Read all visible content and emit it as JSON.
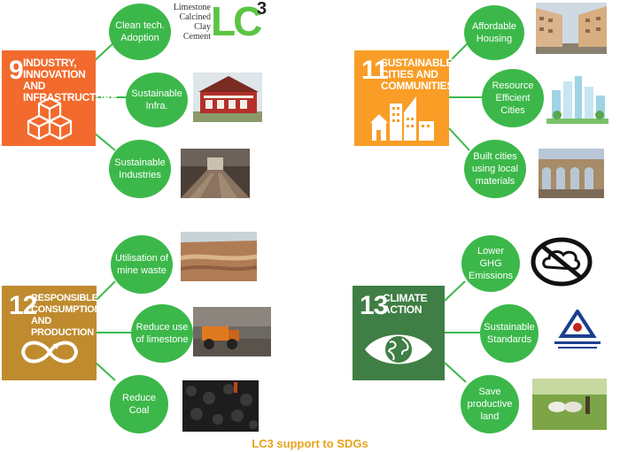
{
  "sdg9": {
    "number": "9",
    "title": "Industry, Innovation and Infrastructure",
    "color": "#f26a2d"
  },
  "sdg11": {
    "number": "11",
    "title": "Sustainable Cities and Communities",
    "color": "#f99d26"
  },
  "sdg12": {
    "number": "12",
    "title": "Responsible Consumption and Production",
    "color": "#bf8b2e"
  },
  "sdg13": {
    "number": "13",
    "title": "Climate Action",
    "color": "#3f7e44"
  },
  "nodes": {
    "n9a": "Clean tech. Adoption",
    "n9b": "Sustainable Infra.",
    "n9c": "Sustainable Industries",
    "n11a": "Affordable Housing",
    "n11b": "Resource Efficient Cities",
    "n11c": "Built cities using local materials",
    "n12a": "Utilisation of mine waste",
    "n12b": "Reduce use of limestone",
    "n12c": "Reduce Coal",
    "n13a": "Lower GHG Emissions",
    "n13b": "Sustainable Standards",
    "n13c": "Save productive land"
  },
  "logo": {
    "lines": [
      "Limestone",
      "Calcined",
      "Clay",
      "Cement"
    ],
    "mark": "LC",
    "superscript": "3"
  },
  "footer": "LC3 support to SDGs",
  "colors": {
    "node": "#3cb84a",
    "connector": "#3cb84a",
    "footer": "#e8a21b"
  }
}
